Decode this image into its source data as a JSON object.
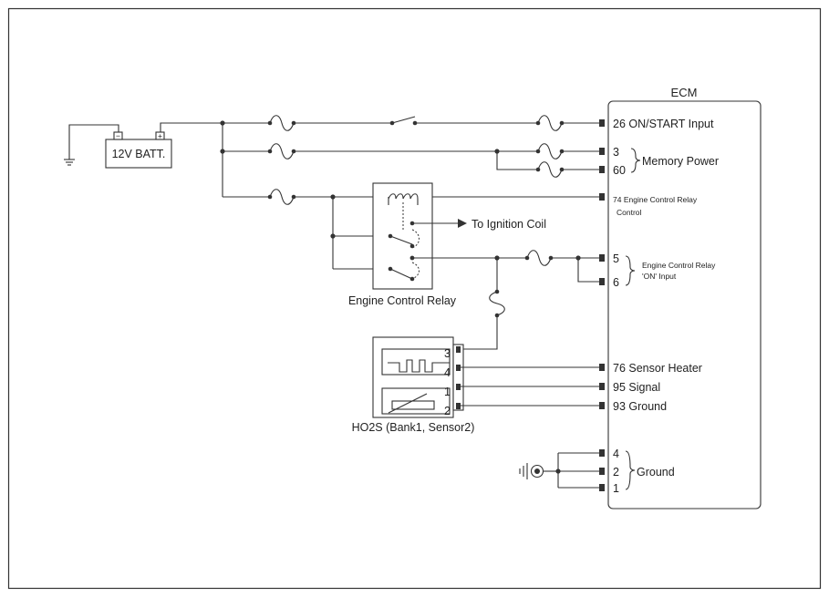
{
  "ecm": {
    "title": "ECM",
    "pins": {
      "on_start": "26 ON/START Input",
      "mem_3": "3",
      "mem_60": "60",
      "memory_power": "Memory Power",
      "ecr_control_1": "74 Engine Control Relay",
      "ecr_control_2": "Control",
      "ecr_on_5": "5",
      "ecr_on_6": "6",
      "ecr_on_label_1": "Engine Control Relay",
      "ecr_on_label_2": "'ON' Input",
      "sensor_heater": "76 Sensor Heater",
      "signal": "95 Signal",
      "ground_93": "93 Ground",
      "gnd_4": "4",
      "gnd_2": "2",
      "gnd_1": "1",
      "ground": "Ground"
    }
  },
  "battery": {
    "label": "12V BATT.",
    "neg": "−",
    "pos": "+"
  },
  "relay": {
    "label": "Engine Control Relay",
    "to_ignition": "To Ignition Coil"
  },
  "ho2s": {
    "label": "HO2S (Bank1, Sensor2)",
    "pins": [
      "3",
      "4",
      "1",
      "2"
    ]
  }
}
